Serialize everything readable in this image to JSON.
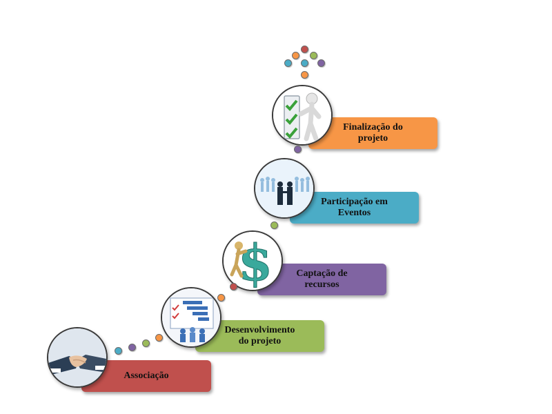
{
  "steps": [
    {
      "label_line1": "Associação",
      "label_line2": "",
      "color": "#c0504d",
      "icon": "handshake-icon"
    },
    {
      "label_line1": "Desenvolvimento",
      "label_line2": "do projeto",
      "color": "#9bbb59",
      "icon": "gantt-chart-icon"
    },
    {
      "label_line1": "Captação de",
      "label_line2": "recursos",
      "color": "#8064a2",
      "icon": "dollar-sign-icon"
    },
    {
      "label_line1": "Participação em",
      "label_line2": "Eventos",
      "color": "#4bacc6",
      "icon": "business-people-icon"
    },
    {
      "label_line1": "Finalização do",
      "label_line2": "projeto",
      "color": "#f79646",
      "icon": "checklist-icon"
    }
  ],
  "connector_colors": [
    "#4bacc6",
    "#8064a2",
    "#9bbb59",
    "#f79646",
    "#c0504d"
  ]
}
